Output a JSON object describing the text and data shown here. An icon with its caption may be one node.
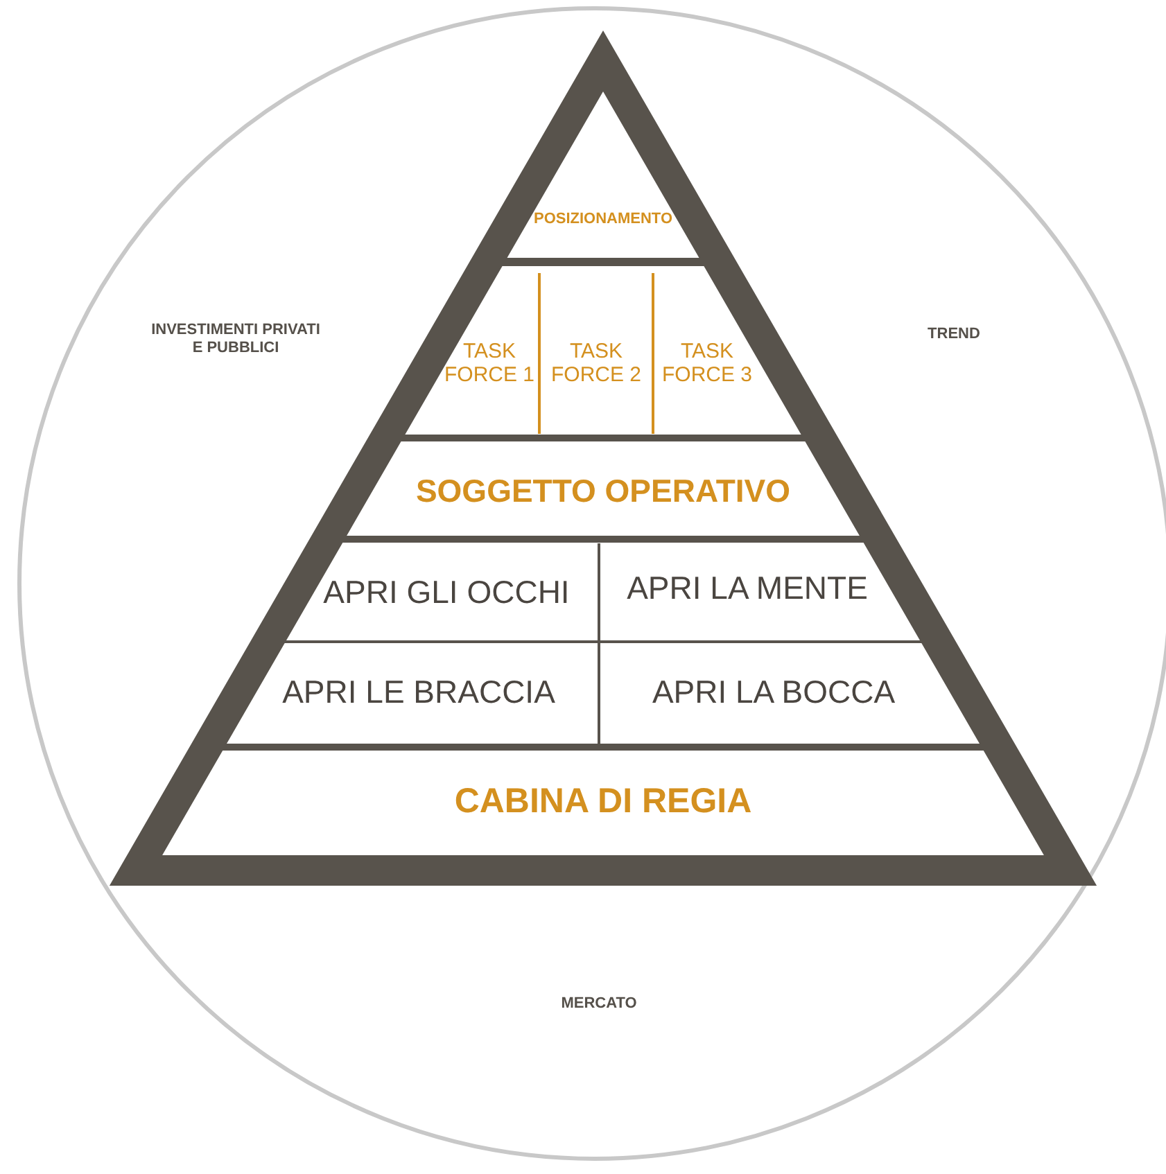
{
  "diagram": {
    "nodes": [
      {
        "text": [],
        "shape": "circle"
      },
      {
        "text": [],
        "shape": "triangle",
        "in": 0
      },
      {
        "text": [
          "POSIZIONAMENTO"
        ],
        "in": 1
      },
      {
        "text": [
          "TASK FORCE 1"
        ],
        "in": 1
      },
      {
        "text": [
          "TASK FORCE 2"
        ],
        "in": 1
      },
      {
        "text": [
          "TASK FORCE 3"
        ],
        "in": 1
      },
      {
        "text": [
          "SOGGETTO OPERATIVO"
        ],
        "in": 1
      },
      {
        "text": [
          "APRI GLI OCCHI"
        ],
        "in": 1
      },
      {
        "text": [
          "APRI LA MENTE"
        ],
        "in": 1
      },
      {
        "text": [
          "APRI LE BRACCIA"
        ],
        "in": 1
      },
      {
        "text": [
          "APRI LA BOCCA"
        ],
        "in": 1
      },
      {
        "text": [
          "CABINA DI REGIA"
        ],
        "in": 1
      }
    ],
    "labels": [
      "INVESTIMENTI PRIVATI E PUBBLICI",
      "TREND",
      "MERCATO"
    ]
  }
}
